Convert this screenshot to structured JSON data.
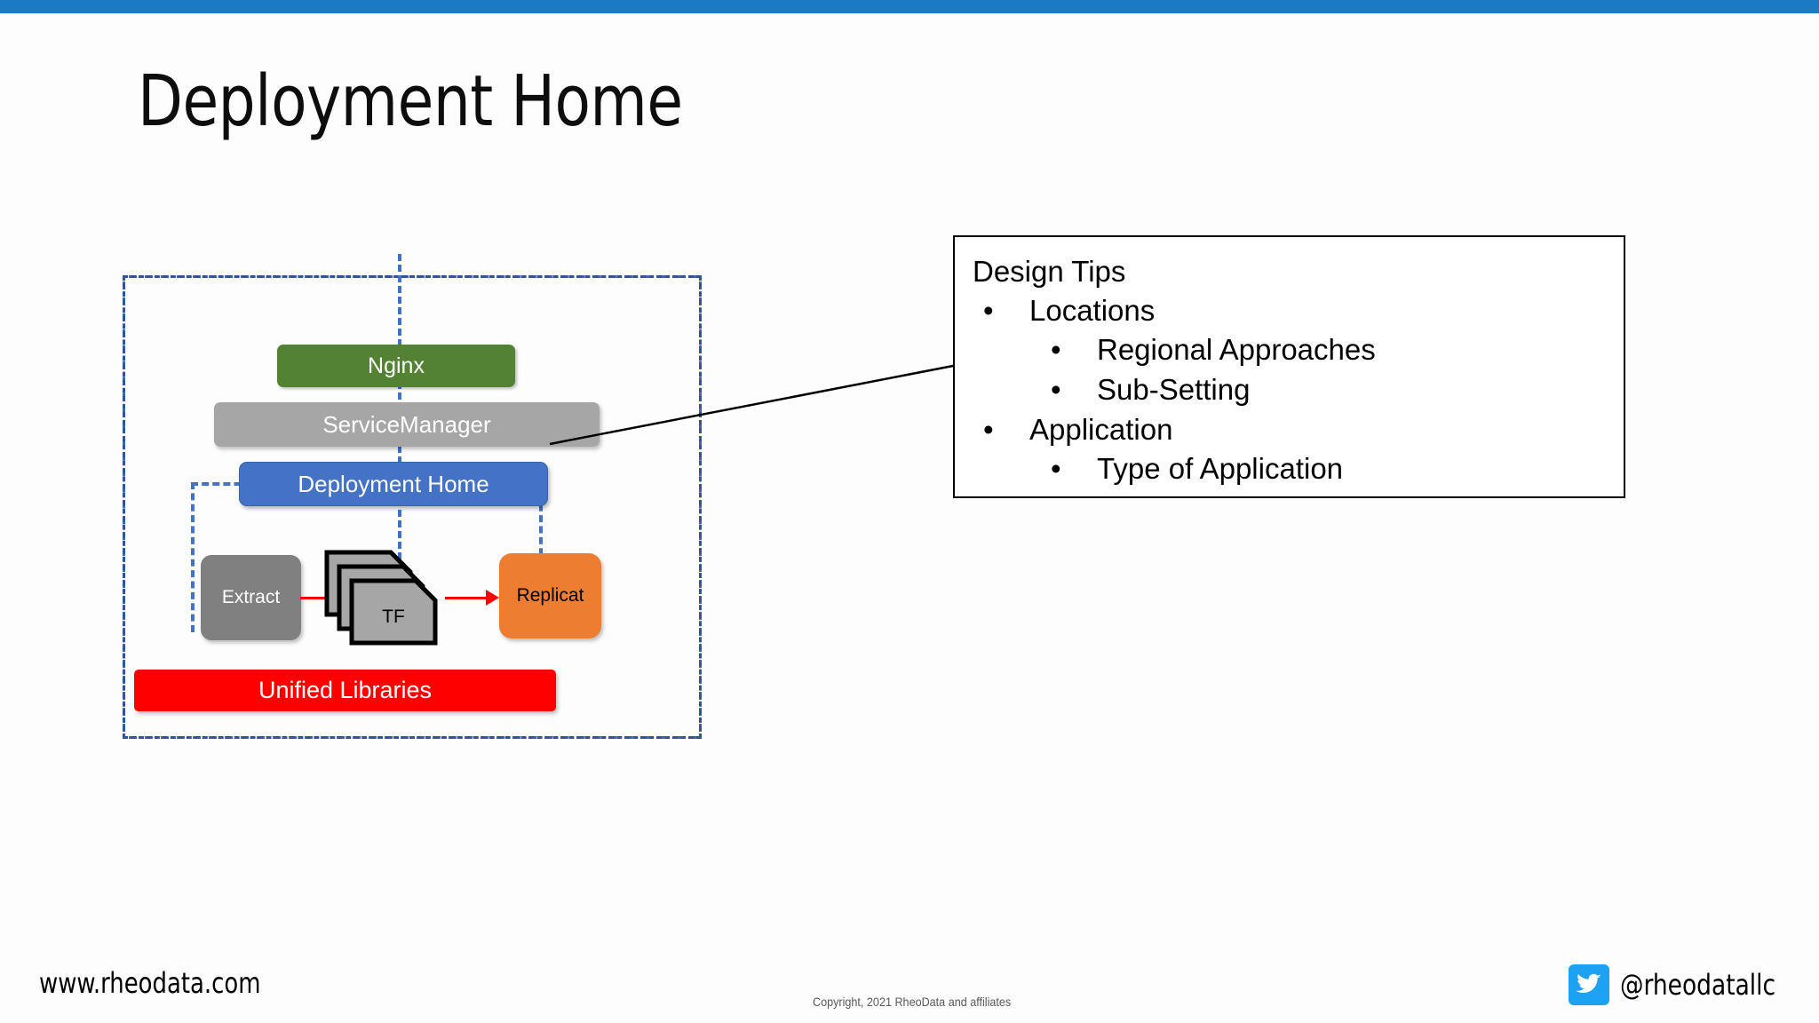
{
  "slide": {
    "title": "Deployment Home",
    "accent_bar_color": "#1a7ac4"
  },
  "diagram": {
    "name": "deployment-home-architecture",
    "boxes": [
      {
        "id": "nginx",
        "label": "Nginx",
        "color": "#548235"
      },
      {
        "id": "svcmgr",
        "label": "ServiceManager",
        "color": "#a6a6a6"
      },
      {
        "id": "dephome",
        "label": "Deployment Home",
        "color": "#4472c4"
      },
      {
        "id": "extract",
        "label": "Extract",
        "color": "#808080"
      },
      {
        "id": "tf",
        "label": "TF",
        "color": "#a6a6a6"
      },
      {
        "id": "replicat",
        "label": "Replicat",
        "color": "#ed7d31"
      },
      {
        "id": "unified",
        "label": "Unified Libraries",
        "color": "#ff0000"
      }
    ],
    "border_color": "#2f5597",
    "flow_arrow_color": "#ff0000"
  },
  "tips": {
    "title": "Design Tips",
    "bullet_glyph": "•",
    "items": [
      {
        "level": 1,
        "text": "Locations"
      },
      {
        "level": 2,
        "text": "Regional Approaches"
      },
      {
        "level": 2,
        "text": "Sub-Setting"
      },
      {
        "level": 1,
        "text": "Application"
      },
      {
        "level": 2,
        "text": "Type of Application"
      }
    ]
  },
  "footer": {
    "website": "www.rheodata.com",
    "copyright": "Copyright, 2021 RheoData and affiliates",
    "handle": "@rheodatallc",
    "twitter_color": "#1da1f2"
  }
}
